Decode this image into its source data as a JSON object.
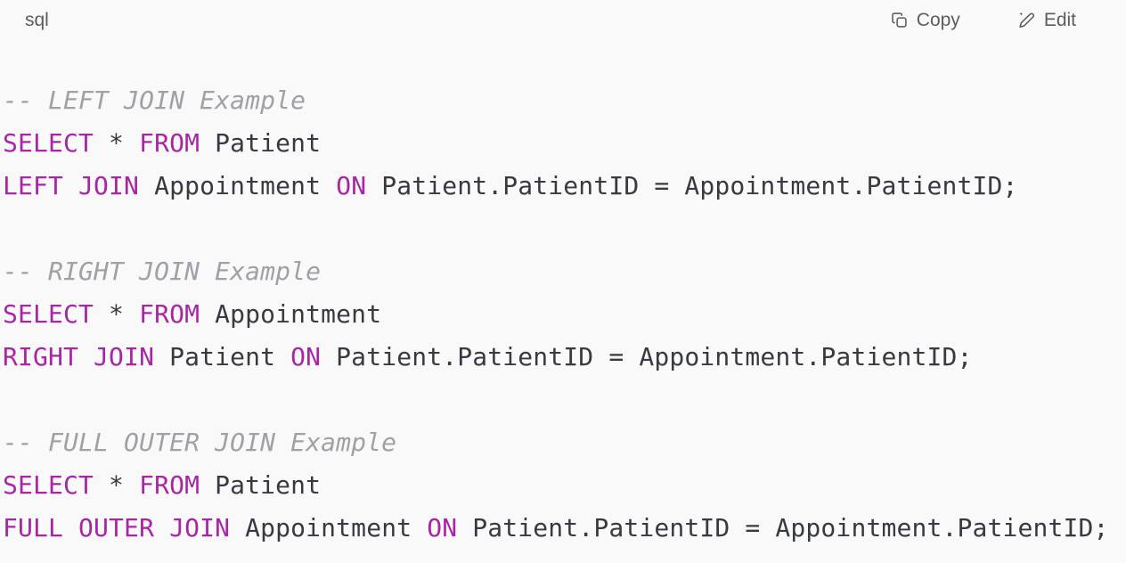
{
  "code_block": {
    "language": "sql",
    "actions": {
      "copy_label": "Copy",
      "edit_label": "Edit"
    },
    "colors": {
      "background": "#F9F9F9",
      "header_text": "#5D5D5D",
      "keyword": "#A626A4",
      "comment": "#A0A1A7",
      "code_text": "#383A42"
    },
    "lines": [
      {
        "tokens": [
          {
            "type": "comment",
            "text": "-- LEFT JOIN Example"
          }
        ]
      },
      {
        "tokens": [
          {
            "type": "keyword",
            "text": "SELECT"
          },
          {
            "type": "plain",
            "text": " * "
          },
          {
            "type": "keyword",
            "text": "FROM"
          },
          {
            "type": "plain",
            "text": " Patient"
          }
        ]
      },
      {
        "tokens": [
          {
            "type": "keyword",
            "text": "LEFT JOIN"
          },
          {
            "type": "plain",
            "text": " Appointment "
          },
          {
            "type": "keyword",
            "text": "ON"
          },
          {
            "type": "plain",
            "text": " Patient.PatientID = Appointment.PatientID;"
          }
        ]
      },
      {
        "tokens": []
      },
      {
        "tokens": [
          {
            "type": "comment",
            "text": "-- RIGHT JOIN Example"
          }
        ]
      },
      {
        "tokens": [
          {
            "type": "keyword",
            "text": "SELECT"
          },
          {
            "type": "plain",
            "text": " * "
          },
          {
            "type": "keyword",
            "text": "FROM"
          },
          {
            "type": "plain",
            "text": " Appointment"
          }
        ]
      },
      {
        "tokens": [
          {
            "type": "keyword",
            "text": "RIGHT JOIN"
          },
          {
            "type": "plain",
            "text": " Patient "
          },
          {
            "type": "keyword",
            "text": "ON"
          },
          {
            "type": "plain",
            "text": " Patient.PatientID = Appointment.PatientID;"
          }
        ]
      },
      {
        "tokens": []
      },
      {
        "tokens": [
          {
            "type": "comment",
            "text": "-- FULL OUTER JOIN Example"
          }
        ]
      },
      {
        "tokens": [
          {
            "type": "keyword",
            "text": "SELECT"
          },
          {
            "type": "plain",
            "text": " * "
          },
          {
            "type": "keyword",
            "text": "FROM"
          },
          {
            "type": "plain",
            "text": " Patient"
          }
        ]
      },
      {
        "tokens": [
          {
            "type": "keyword",
            "text": "FULL OUTER JOIN"
          },
          {
            "type": "plain",
            "text": " Appointment "
          },
          {
            "type": "keyword",
            "text": "ON"
          },
          {
            "type": "plain",
            "text": " Patient.PatientID = Appointment.PatientID;"
          }
        ]
      }
    ]
  }
}
